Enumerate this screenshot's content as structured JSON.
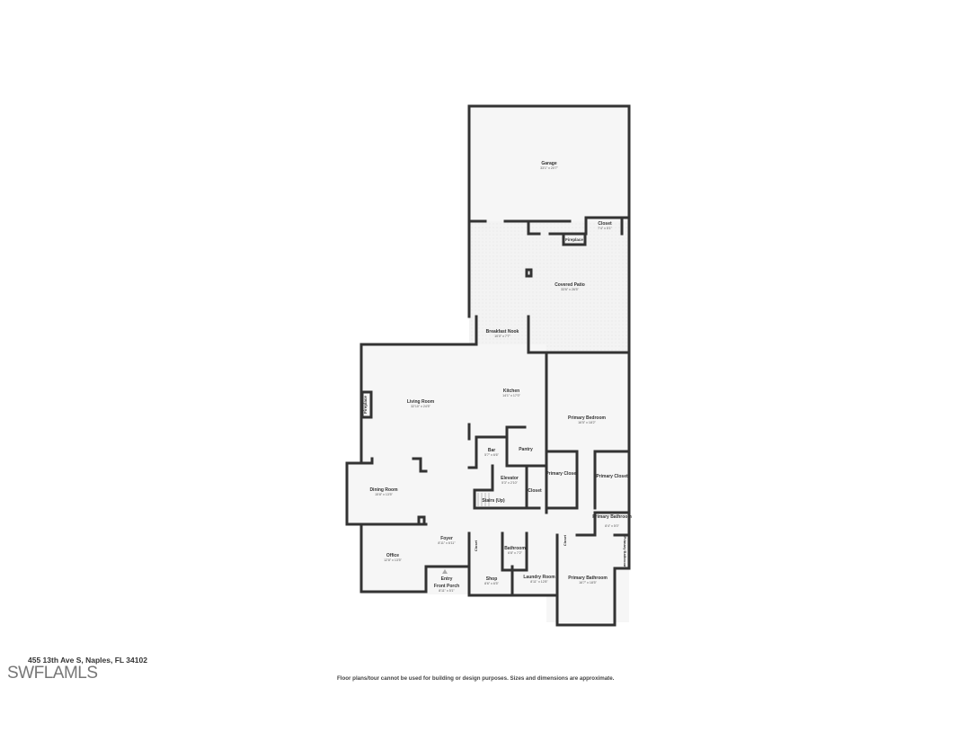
{
  "address": "455 13th Ave S, Naples, FL 34102",
  "logo_text": "SWFLAMLS",
  "disclaimer": "Floor plans/tour cannot be used for building or design purposes. Sizes and dimensions are approximate.",
  "rooms": {
    "garage": {
      "name": "Garage",
      "dims": "33'1\" x 20'7\""
    },
    "garage_closet": {
      "name": "Closet",
      "dims": "7'4\" x 5'1\""
    },
    "patio_fireplace": {
      "name": "Fireplace"
    },
    "covered_patio": {
      "name": "Covered Patio",
      "dims": "33'6\" x 26'5\""
    },
    "breakfast_nook": {
      "name": "Breakfast Nook",
      "dims": "10'0\" x 7'7\""
    },
    "living_room": {
      "name": "Living Room",
      "dims": "32'10\" x 24'5\""
    },
    "living_fireplace": {
      "name": "Fireplace"
    },
    "kitchen": {
      "name": "Kitchen",
      "dims": "14'1\" x 17'0\""
    },
    "primary_bedroom": {
      "name": "Primary Bedroom",
      "dims": "16'5\" x 18'2\""
    },
    "bar": {
      "name": "Bar",
      "dims": "5'7\" x 6'6\""
    },
    "pantry": {
      "name": "Pantry"
    },
    "elevator": {
      "name": "Elevator",
      "dims": "5'3\" x 2'10\""
    },
    "closet_stairs": {
      "name": "Closet"
    },
    "stairs": {
      "name": "Stairs (Up)"
    },
    "primary_closet_1": {
      "name": "Primary Closet"
    },
    "primary_closet_2": {
      "name": "Primary Closet"
    },
    "dining_room": {
      "name": "Dining Room",
      "dims": "15'8\" x 13'5\""
    },
    "primary_bathroom_small": {
      "name": "Primary Bathroom",
      "dims": "8'4\" x 5'0\""
    },
    "primary_bathroom_side": {
      "name": "Primary Bathroom"
    },
    "foyer": {
      "name": "Foyer",
      "dims": "8'11\" x 6'11\""
    },
    "bathroom": {
      "name": "Bathroom",
      "dims": "6'8\" x 7'2\""
    },
    "closet_foyer": {
      "name": "Closet"
    },
    "closet_hall": {
      "name": "Closet"
    },
    "office": {
      "name": "Office",
      "dims": "12'8\" x 13'5\""
    },
    "entry": {
      "name": "Entry"
    },
    "front_porch": {
      "name": "Front Porch",
      "dims": "8'11\" x 5'1\""
    },
    "shop": {
      "name": "Shop",
      "dims": "8'6\" x 6'5\""
    },
    "laundry_room": {
      "name": "Laundry Room",
      "dims": "8'11\" x 12'8\""
    },
    "primary_bathroom": {
      "name": "Primary Bathroom",
      "dims": "16'7\" x 18'5\""
    }
  }
}
